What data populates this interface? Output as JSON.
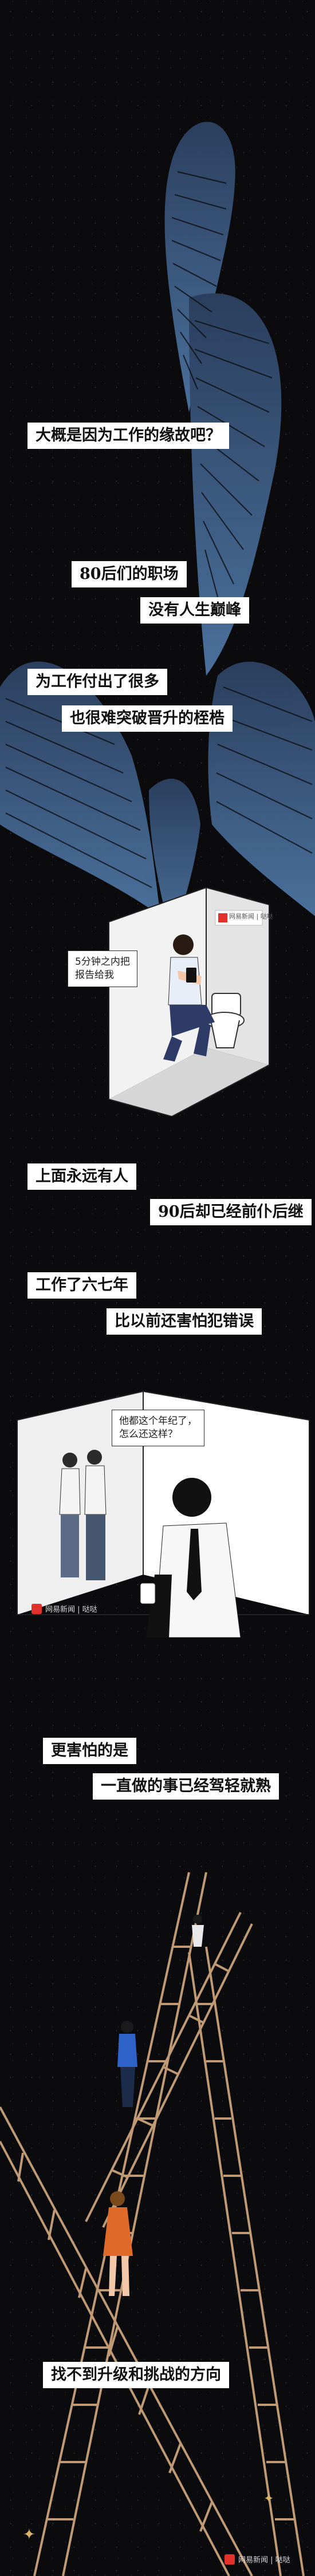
{
  "captions": [
    "大概是因为工作的缘故吧？",
    "80后们的职场",
    "没有人生巅峰",
    "为工作付出了很多",
    "也很难突破晋升的桎梏",
    "上面永远有人",
    "90后却已经前仆后继",
    "工作了六七年",
    "比以前还害怕犯错误",
    "更害怕的是",
    "一直做的事已经驾轻就熟",
    "找不到升级和挑战的方向"
  ],
  "bubbles": {
    "report": "5分钟之内把\n报告给我",
    "gossip": "他都这个年纪了，\n怎么还这样？"
  },
  "brand": {
    "label": "网易新闻 | 哒哒",
    "color": "#e0322b"
  },
  "colors": {
    "background": "#0b0b0d",
    "feather_blue": "#4a6c94",
    "ladder": "#c9a27a",
    "shirt_blue": "#2f62c8",
    "dress_orange": "#e06a2a"
  },
  "icons": [
    "sparkle-icon",
    "brand-logo-icon"
  ]
}
